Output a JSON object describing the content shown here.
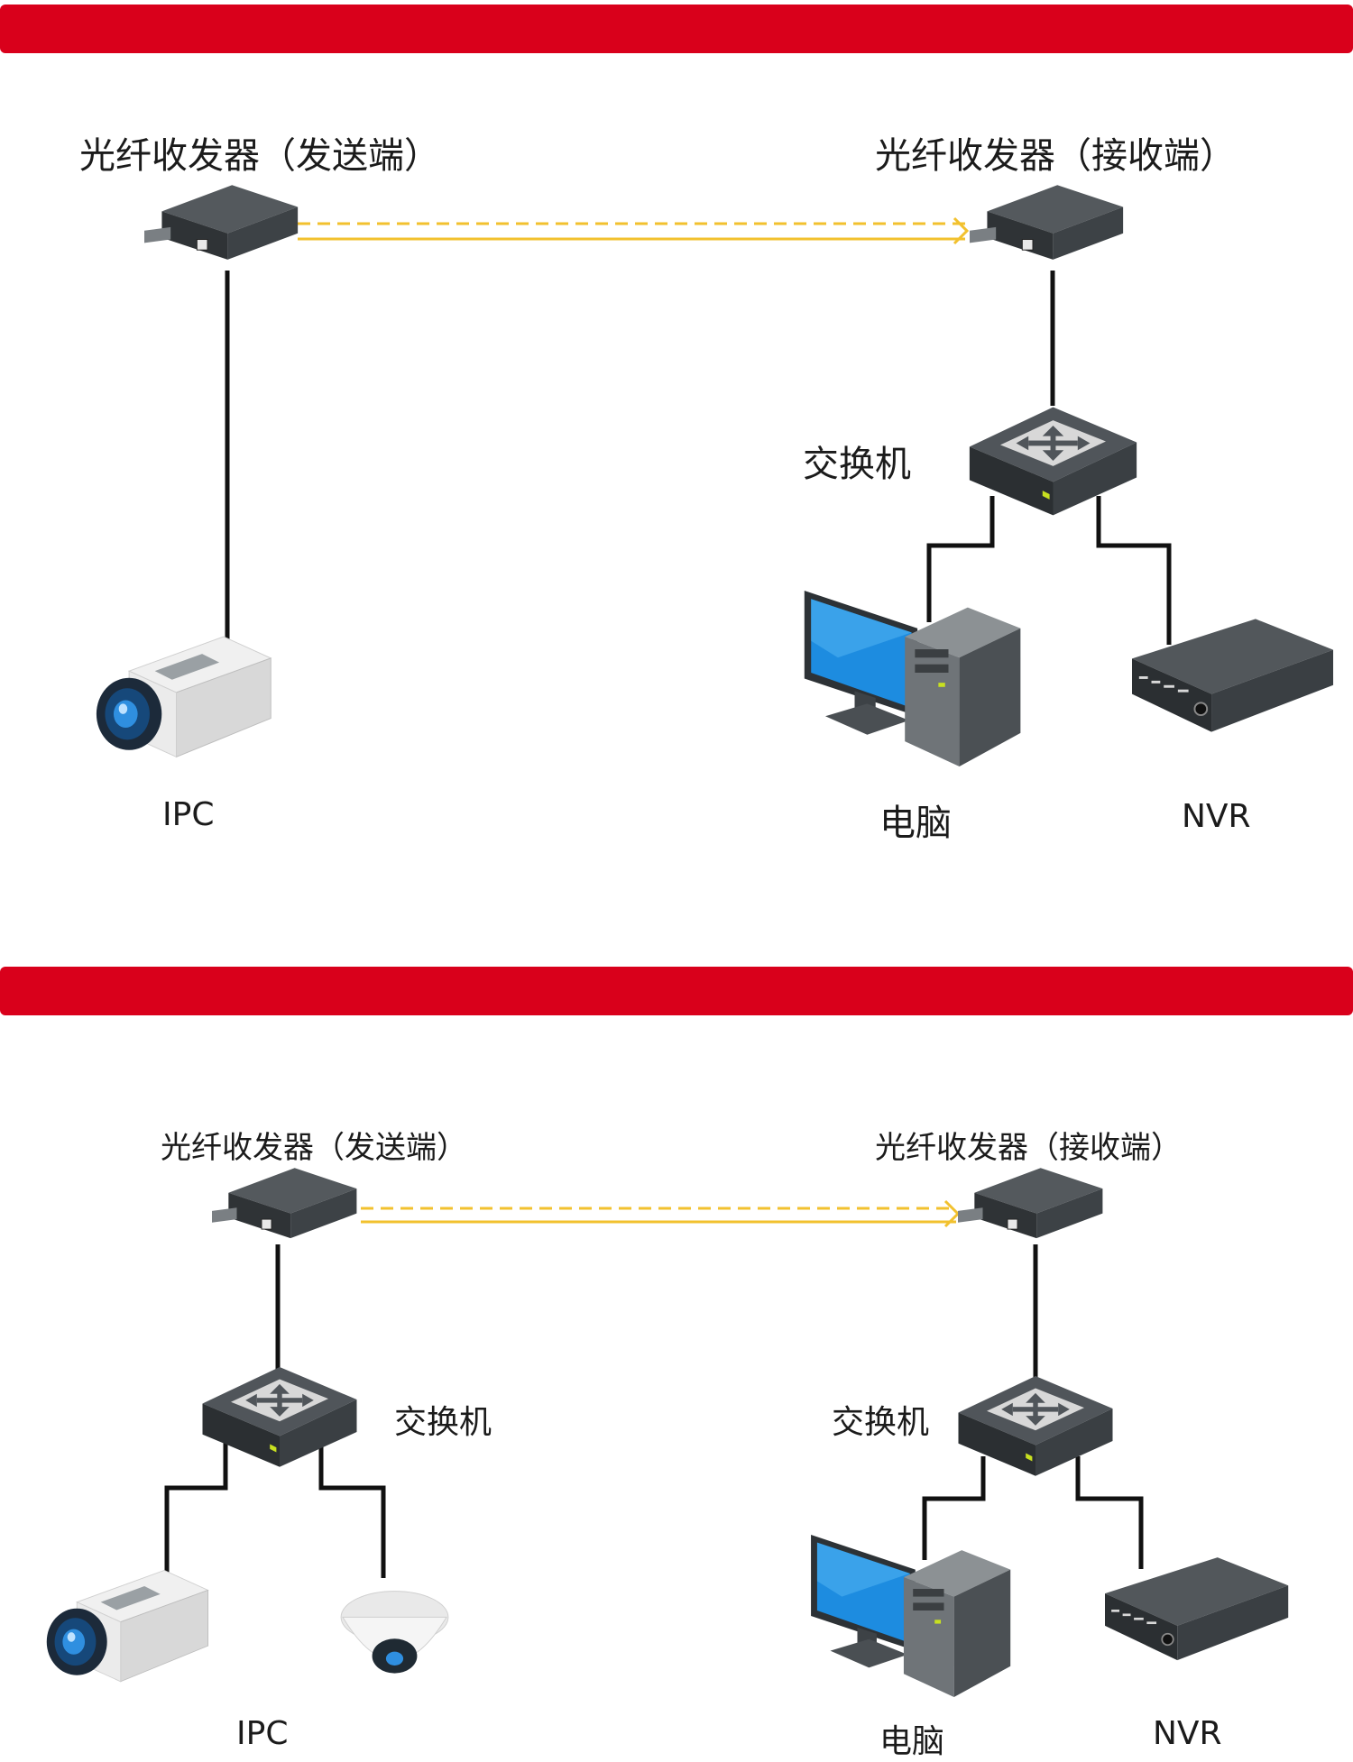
{
  "colors": {
    "banner": "#d9001b",
    "fiber_link": "#f2c12e",
    "cable": "#111111",
    "device_dark": "#3d4246",
    "screen_blue": "#1d8ce0"
  },
  "diagram1": {
    "sender_label": "光纤收发器（发送端）",
    "receiver_label": "光纤收发器（接收端）",
    "switch_label": "交换机",
    "ipc_label": "IPC",
    "pc_label": "电脑",
    "nvr_label": "NVR"
  },
  "diagram2": {
    "sender_label": "光纤收发器（发送端）",
    "receiver_label": "光纤收发器（接收端）",
    "switch_left_label": "交换机",
    "switch_right_label": "交换机",
    "ipc_label": "IPC",
    "pc_label": "电脑",
    "nvr_label": "NVR"
  }
}
